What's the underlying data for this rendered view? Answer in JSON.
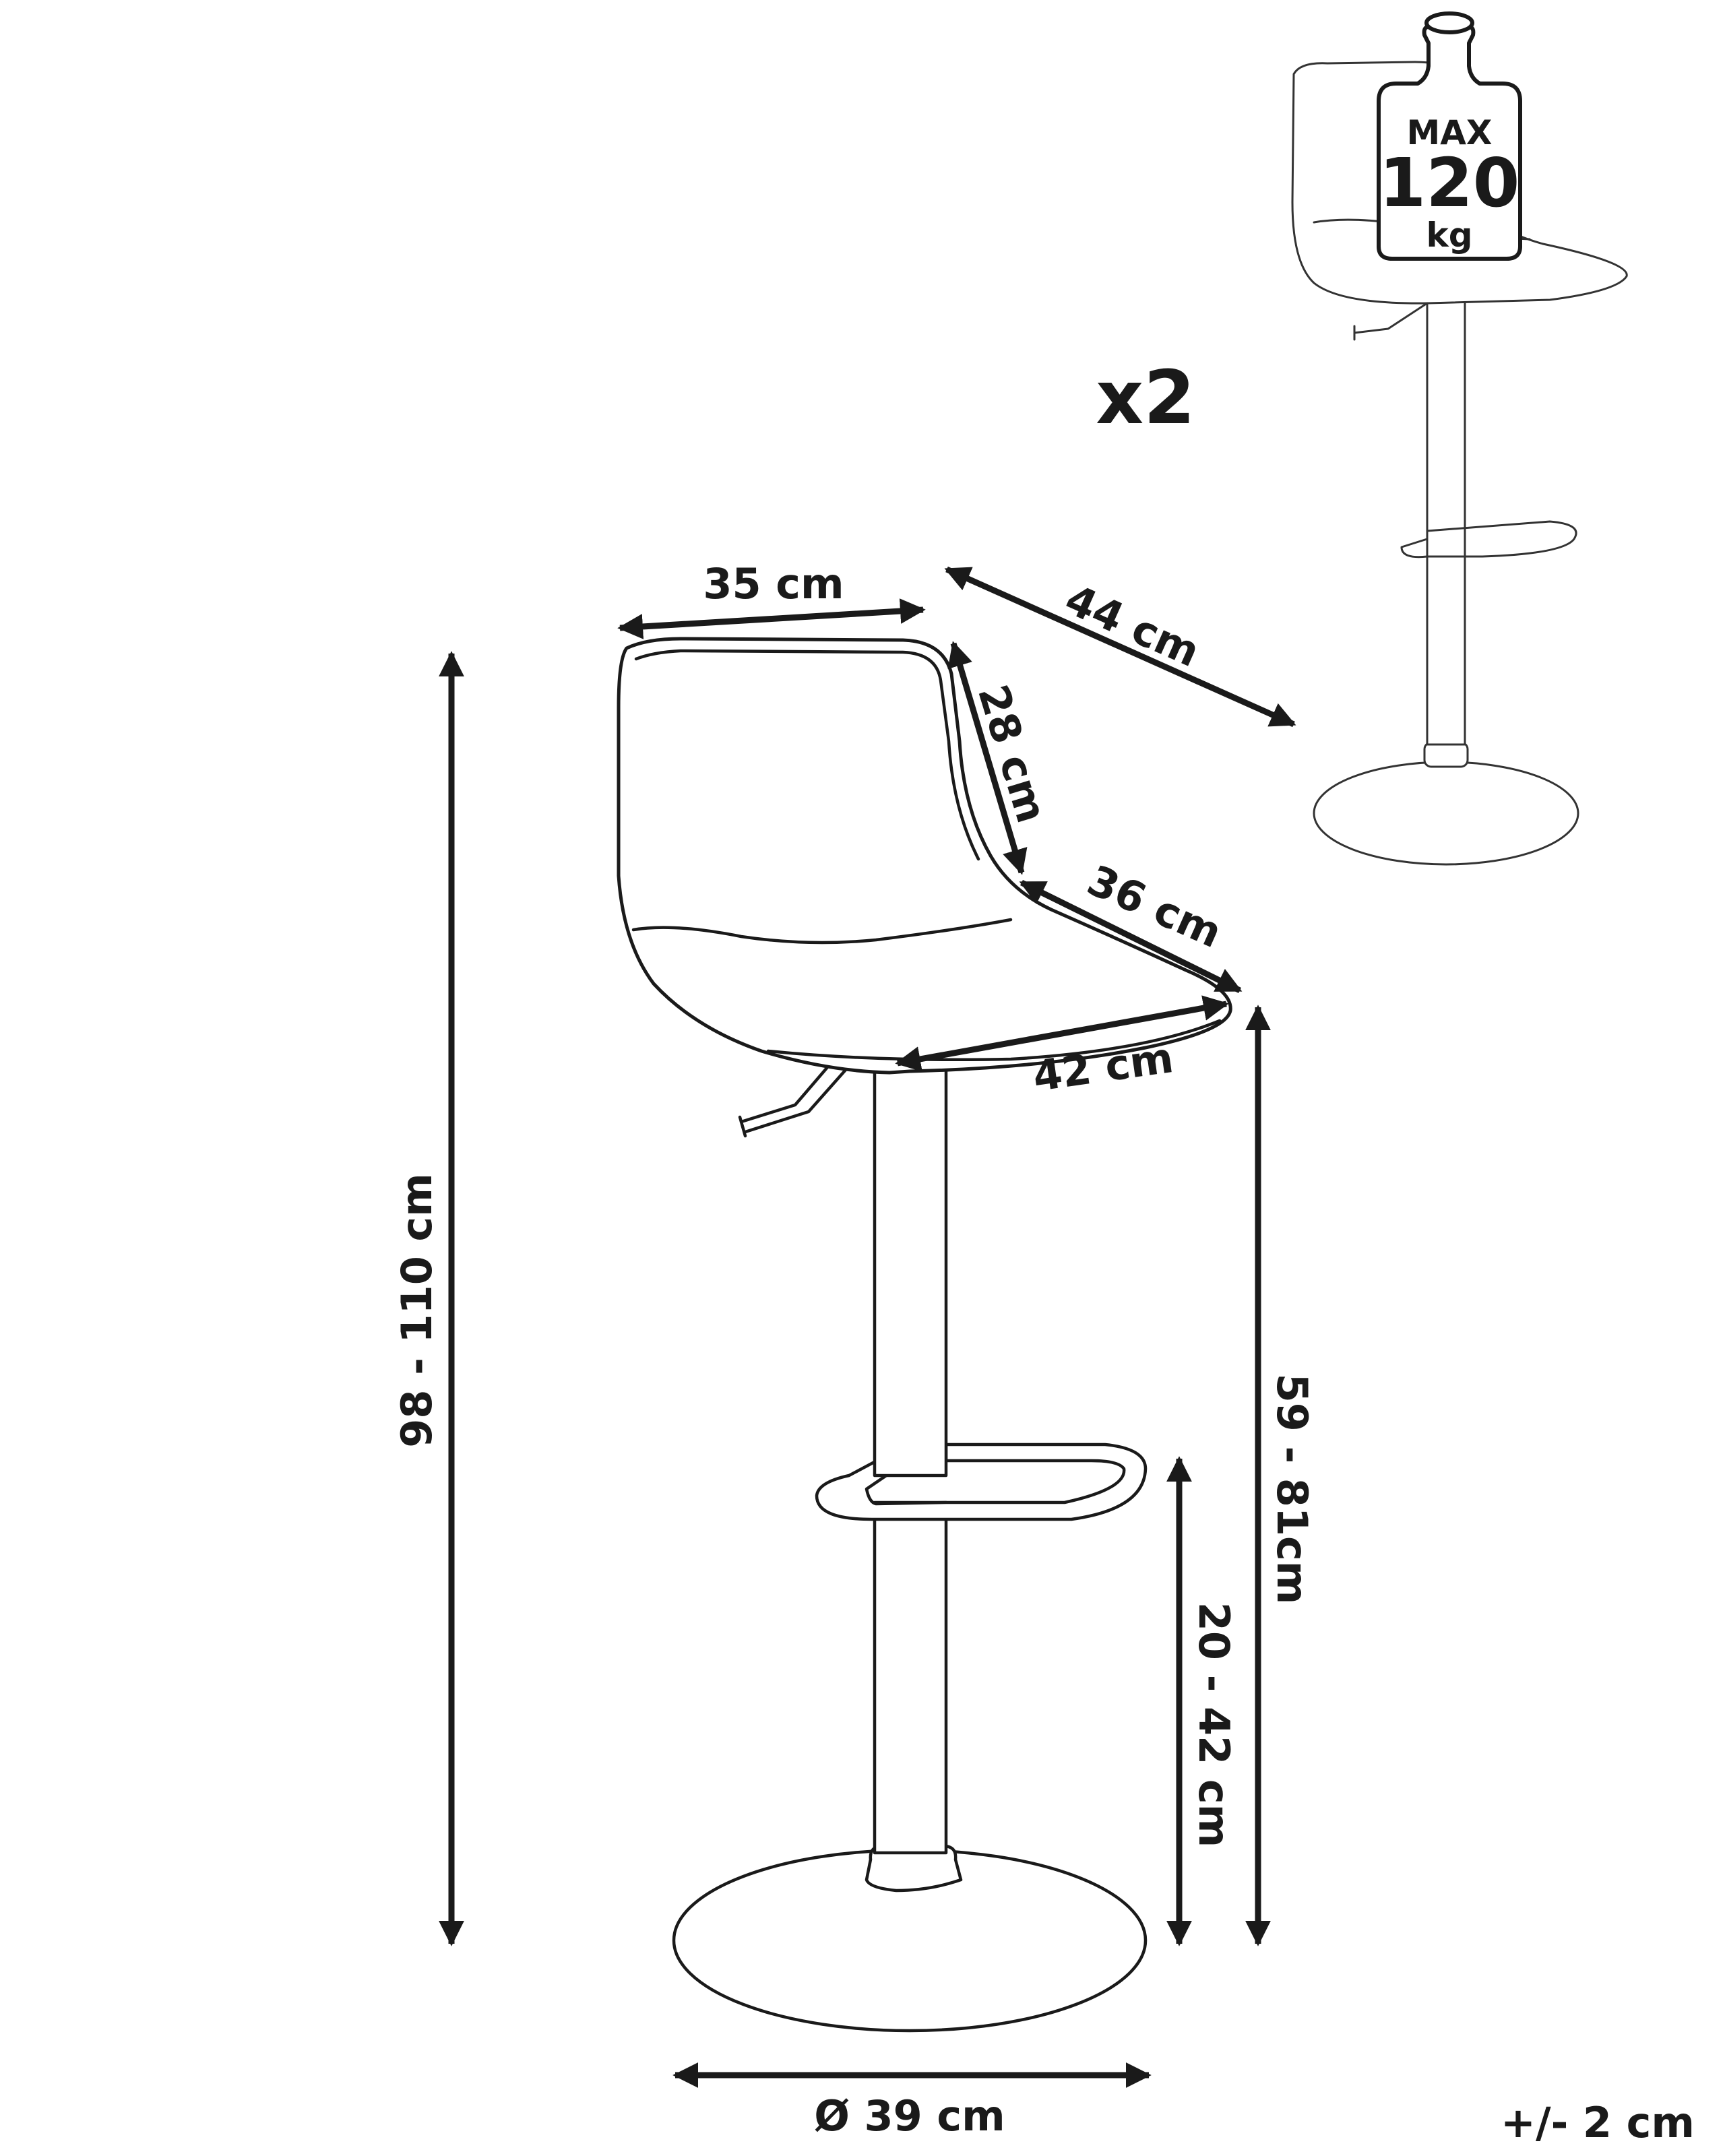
{
  "quantity": "x2",
  "max_load": {
    "line1": "MAX",
    "line2": "120",
    "line3": "kg"
  },
  "dimensions": {
    "seat_top_width": "35 cm",
    "overall_depth": "44 cm",
    "backrest_height": "28 cm",
    "seat_depth": "36 cm",
    "seat_width": "42 cm",
    "total_height": "98 - 110 cm",
    "seat_height": "59 - 81cm",
    "footrest_height": "20 - 42 cm",
    "base_diameter": "Ø 39 cm"
  },
  "tolerance": "+/- 2 cm"
}
